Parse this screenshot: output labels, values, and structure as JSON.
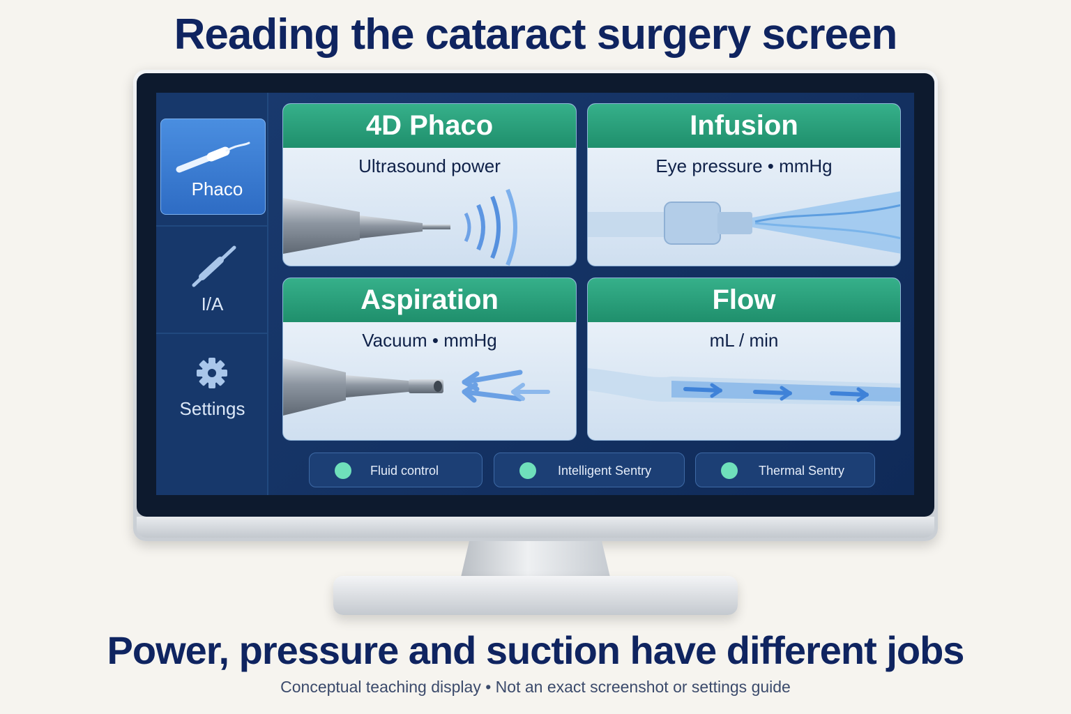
{
  "page": {
    "title": "Reading the cataract surgery screen",
    "subtitle": "Power, pressure and suction have different jobs",
    "footnote": "Conceptual teaching display • Not an exact screenshot or settings guide"
  },
  "sidebar": {
    "items": [
      {
        "label": "Phaco",
        "icon": "phaco-handpiece-icon",
        "active": true
      },
      {
        "label": "I/A",
        "icon": "ia-handpiece-icon",
        "active": false
      },
      {
        "label": "Settings",
        "icon": "gear-icon",
        "active": false
      }
    ]
  },
  "cards": [
    {
      "title": "4D Phaco",
      "subtitle": "Ultrasound power"
    },
    {
      "title": "Infusion",
      "subtitle": "Eye pressure • mmHg"
    },
    {
      "title": "Aspiration",
      "subtitle": "Vacuum • mmHg"
    },
    {
      "title": "Flow",
      "subtitle": "mL / min"
    }
  ],
  "status": [
    {
      "label": "Fluid control"
    },
    {
      "label": "Intelligent Sentry"
    },
    {
      "label": "Thermal Sentry"
    }
  ],
  "colors": {
    "navy": "#0f2460",
    "card_header": "#2aa07c",
    "active_nav": "#3b7dd4",
    "status_dot": "#6fe0bb"
  }
}
